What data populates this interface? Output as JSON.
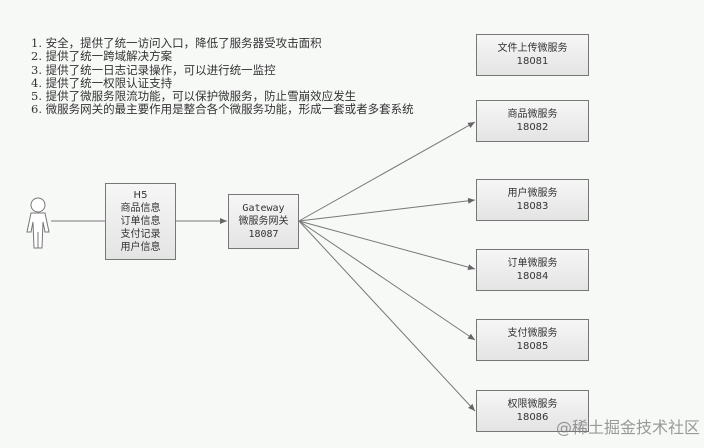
{
  "notes": [
    "1. 安全，提供了统一访问入口，降低了服务器受攻击面积",
    "2. 提供了统一跨域解决方案",
    "3. 提供了统一日志记录操作，可以进行统一监控",
    "4. 提供了统一权限认证支持",
    "5. 提供了微服务限流功能，可以保护微服务，防止雪崩效应发生",
    "6. 微服务网关的最主要作用是整合各个微服务功能，形成一套或者多套系统"
  ],
  "client": {
    "title": "H5",
    "items": [
      "商品信息",
      "订单信息",
      "支付记录",
      "用户信息"
    ]
  },
  "gateway": {
    "title": "Gateway",
    "name": "微服务网关",
    "port": "18087"
  },
  "services": [
    {
      "name": "文件上传微服务",
      "port": "18081"
    },
    {
      "name": "商品微服务",
      "port": "18082"
    },
    {
      "name": "用户微服务",
      "port": "18083"
    },
    {
      "name": "订单微服务",
      "port": "18084"
    },
    {
      "name": "支付微服务",
      "port": "18085"
    },
    {
      "name": "权限微服务",
      "port": "18086"
    }
  ],
  "watermark": "@稀土掘金技术社区"
}
